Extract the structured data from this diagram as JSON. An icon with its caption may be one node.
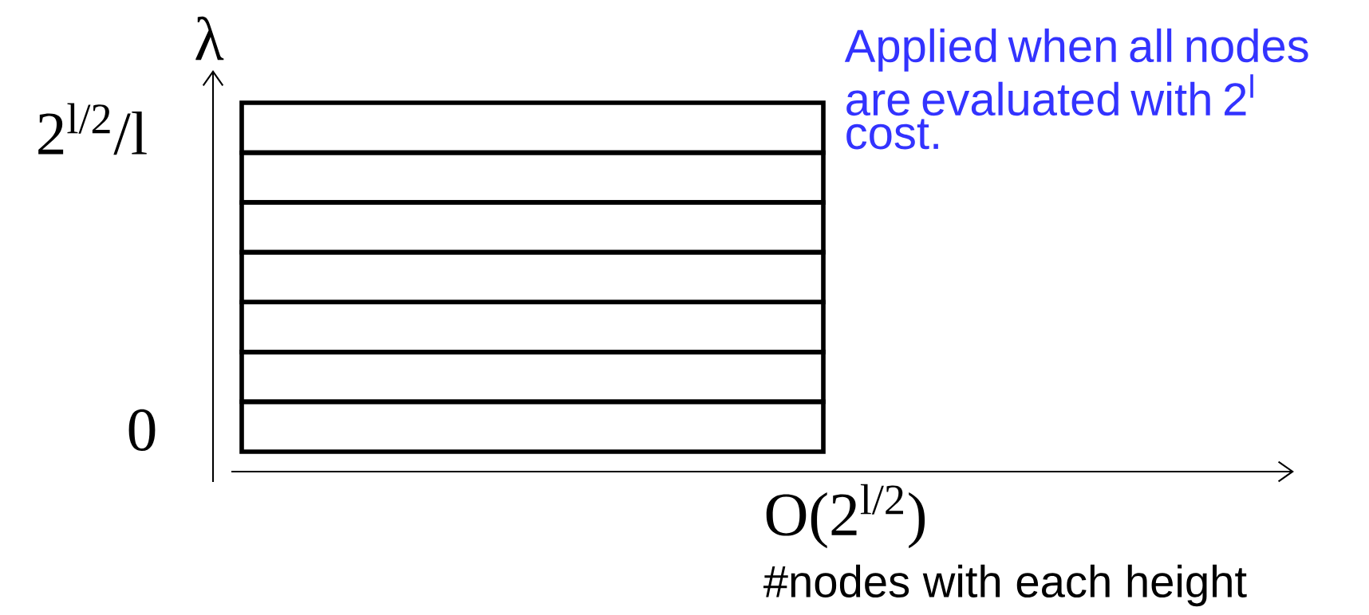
{
  "diagram": {
    "labels": [
      "λ",
      "2$^{l/2}$/l",
      "0",
      "O(2$^{l/2}$)",
      "#nodes with each height",
      "Applied when all nodes are evaluated with 2$^{l}$ cost."
    ]
  }
}
